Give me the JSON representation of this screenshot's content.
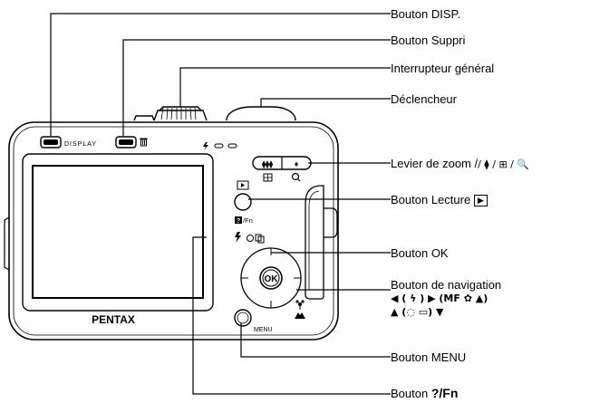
{
  "camera": {
    "brand": "PENTAX",
    "display_label": "DISPLAY",
    "menu_label": "MENU",
    "fn_label": "/Fn",
    "ok_label": "OK"
  },
  "callouts": [
    {
      "id": "disp",
      "text": "Bouton DISP."
    },
    {
      "id": "suppri",
      "text": "Bouton Suppri"
    },
    {
      "id": "power",
      "text": "Interrupteur général"
    },
    {
      "id": "shutter",
      "text": "Déclencheur"
    },
    {
      "id": "zoom",
      "text": "Levier de zoom /",
      "suffix": "/ ⧫ / ⊞ / 🔍"
    },
    {
      "id": "playback",
      "text": "Bouton Lecture",
      "suffix": "▶"
    },
    {
      "id": "ok",
      "text": "Bouton OK"
    },
    {
      "id": "nav",
      "text": "Bouton de navigation",
      "line2": "◀ ( ϟ ) ▶ (MF ✿ ▲)",
      "line3": "▲ (◌ ▭) ▼"
    },
    {
      "id": "menu",
      "text": "Bouton MENU"
    },
    {
      "id": "fn",
      "text": "Bouton",
      "suffix": "?/Fn"
    }
  ]
}
